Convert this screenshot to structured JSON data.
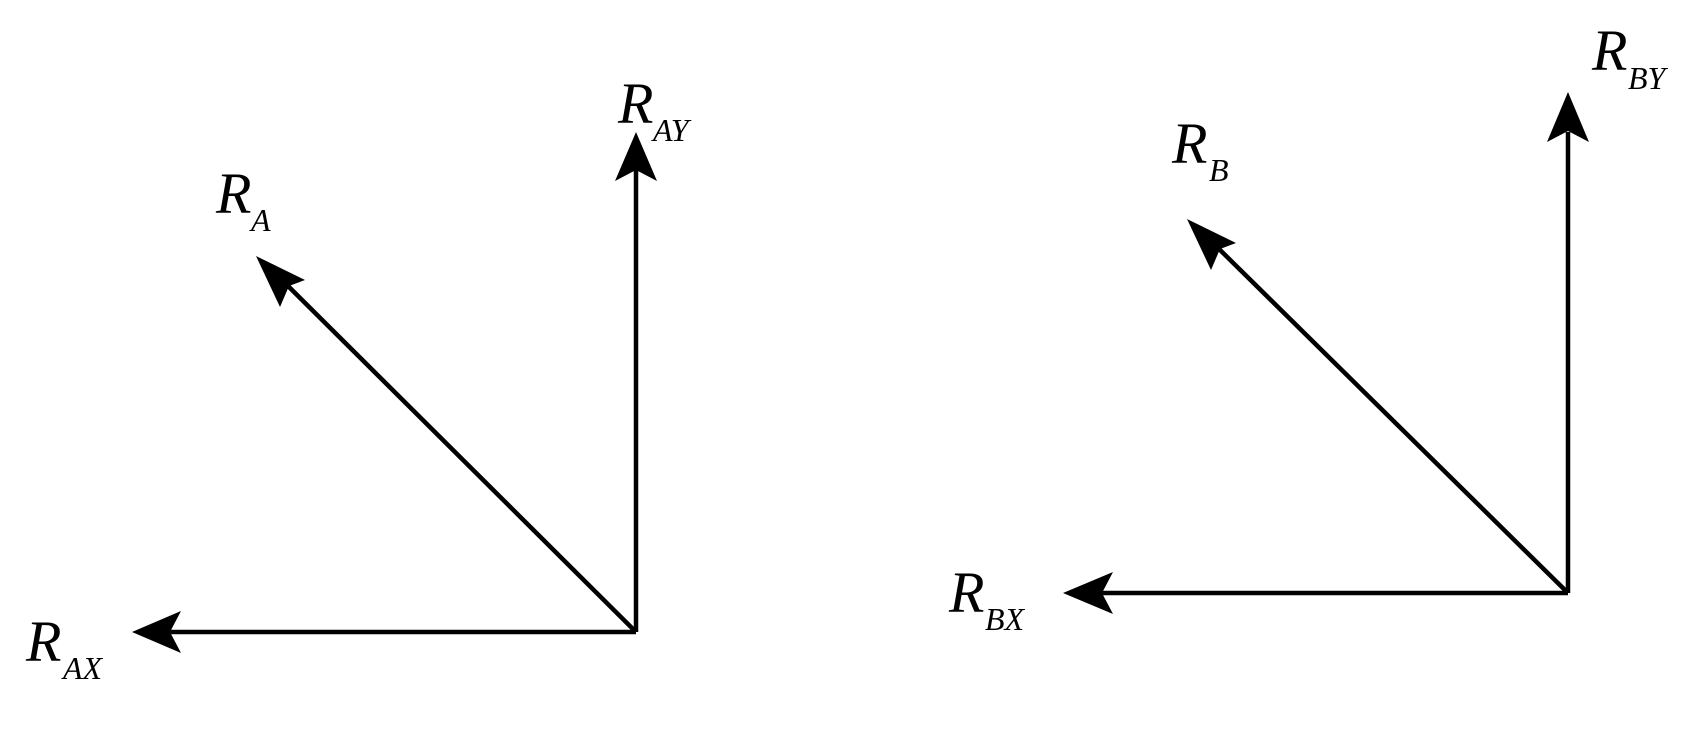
{
  "colors": {
    "ink": "#000000",
    "background": "#ffffff"
  },
  "diagram_a": {
    "resultant": {
      "main": "R",
      "sub": "A"
    },
    "x_component": {
      "main": "R",
      "sub": "AX"
    },
    "y_component": {
      "main": "R",
      "sub": "AY"
    }
  },
  "diagram_b": {
    "resultant": {
      "main": "R",
      "sub": "B"
    },
    "x_component": {
      "main": "R",
      "sub": "BX"
    },
    "y_component": {
      "main": "R",
      "sub": "BY"
    }
  }
}
